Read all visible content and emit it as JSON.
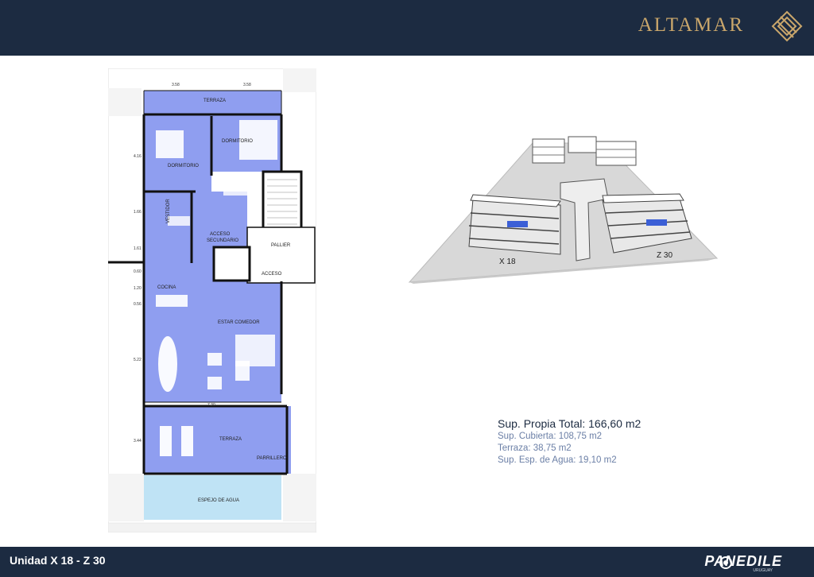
{
  "header": {
    "brand": "ALTAMAR",
    "brand_logo_icon": "altamar-diamond-logo-icon",
    "accent_color": "#c9a66b",
    "bar_color": "#1c2b41"
  },
  "floor_plan": {
    "rooms": {
      "terraza_top": "TERRAZA",
      "dormitorio_1": "DORMITORIO",
      "dormitorio_2": "DORMITORIO",
      "vestidor": "VESTIDOR",
      "acceso_secundario_1": "ACCESO",
      "acceso_secundario_2": "SECUNDARIO",
      "palier": "PALLIER",
      "acceso": "ACCESO",
      "cocina": "COCINA",
      "estar_comedor": "ESTAR COMEDOR",
      "terraza_bottom": "TERRAZA",
      "parrillero": "PARRILLERO",
      "espejo_de_agua": "ESPEJO DE AGUA"
    },
    "dimensions": {
      "top_left": "3.58",
      "top_right": "3.58",
      "d1": "4.16",
      "d2": "1.66",
      "d3": "1.61",
      "d4": "0.60",
      "d5": "1.20",
      "d6": "0.56",
      "d7": "5.22",
      "width": "7.30",
      "d8": "3.44"
    },
    "plan_color": "#8f9ef0",
    "water_color": "#bfe3f5"
  },
  "render_3d": {
    "tower_left_label": "X 18",
    "tower_right_label": "Z 30"
  },
  "areas": {
    "total": "Sup. Propia Total: 166,60 m2",
    "cubierta": "Sup. Cubierta: 108,75 m2",
    "terraza": "Terraza: 38,75 m2",
    "agua": "Sup. Esp. de Agua: 19,10 m2"
  },
  "footer": {
    "unit": "Unidad X 18 - Z 30",
    "company": "PANEDILE",
    "company_sub": "URUGUAY"
  }
}
